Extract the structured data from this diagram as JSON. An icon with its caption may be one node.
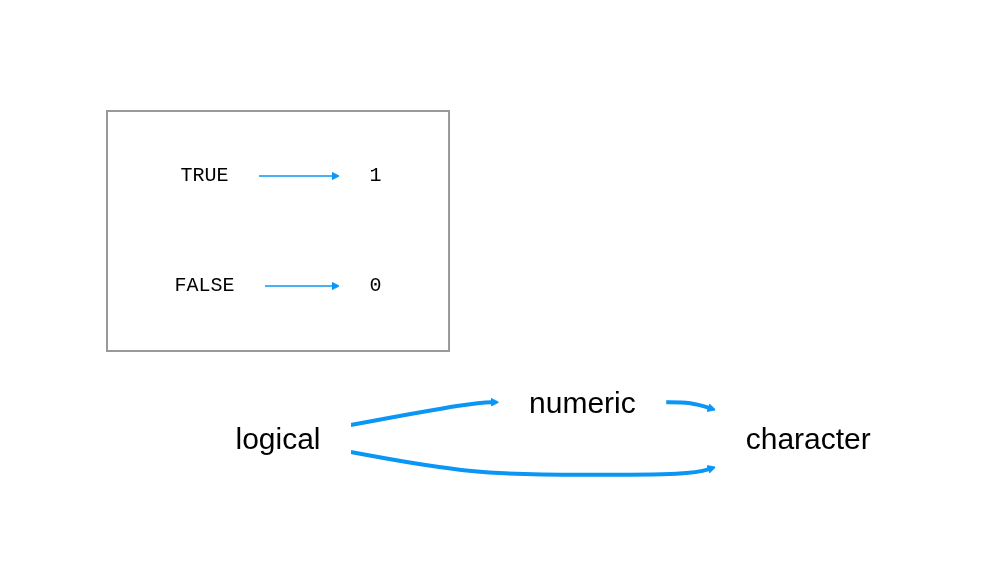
{
  "diagram": {
    "nodes": [
      {
        "text": [
          "numeric"
        ]
      },
      {
        "text": [
          "logical"
        ]
      },
      {
        "text": [
          "character"
        ]
      },
      {
        "text": [],
        "shape": "box"
      },
      {
        "text": [
          "TRUE"
        ],
        "in": 3
      },
      {
        "text": [
          "1"
        ],
        "in": 3
      },
      {
        "text": [
          "FALSE"
        ],
        "in": 3
      },
      {
        "text": [
          "0"
        ],
        "in": 3
      }
    ],
    "edges": [
      {
        "from": 1,
        "to": 0,
        "arrow": "to"
      },
      {
        "from": 0,
        "to": 2,
        "arrow": "to"
      },
      {
        "from": 1,
        "to": 2,
        "arrow": "to"
      },
      {
        "from": 4,
        "to": 5,
        "arrow": "to"
      },
      {
        "from": 6,
        "to": 7,
        "arrow": "to"
      }
    ]
  }
}
